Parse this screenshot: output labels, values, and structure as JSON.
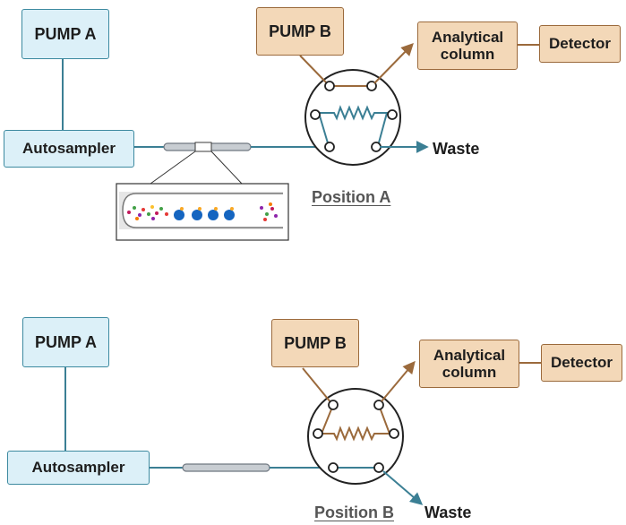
{
  "panels": [
    {
      "pump_a": "PUMP A",
      "autosampler": "Autosampler",
      "pump_b": "PUMP B",
      "column_line1": "Analytical",
      "column_line2": "column",
      "detector": "Detector",
      "waste": "Waste",
      "position": "Position A"
    },
    {
      "pump_a": "PUMP A",
      "autosampler": "Autosampler",
      "pump_b": "PUMP B",
      "column_line1": "Analytical",
      "column_line2": "column",
      "detector": "Detector",
      "waste": "Waste",
      "position": "Position B"
    }
  ],
  "colors": {
    "blue_line": "#3b7f94",
    "brown_line": "#9b6a3c",
    "blue_fill": "#dcf0f8",
    "tan_fill": "#f3d8b8"
  }
}
